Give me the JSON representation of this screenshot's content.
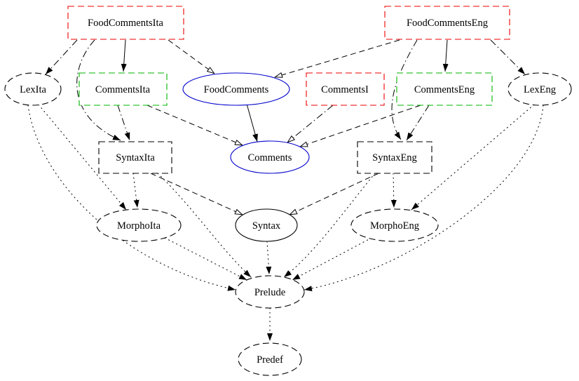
{
  "diagram": {
    "kind": "module-dependency-graph",
    "colors": {
      "abstract": "#0000cc",
      "concrete": "#00b400",
      "incomplete": "#ee0000",
      "plain": "#000000",
      "background": "#ffffff"
    },
    "nodes": {
      "foodcommentsita": {
        "label": "FoodCommentsIta",
        "shape": "box",
        "border": "dashed",
        "color": "incomplete"
      },
      "foodcommentseng": {
        "label": "FoodCommentsEng",
        "shape": "box",
        "border": "dashed",
        "color": "incomplete"
      },
      "lexita": {
        "label": "LexIta",
        "shape": "ellipse",
        "border": "dashed",
        "color": "plain"
      },
      "commentsita": {
        "label": "CommentsIta",
        "shape": "box",
        "border": "dashed",
        "color": "concrete"
      },
      "foodcomments": {
        "label": "FoodComments",
        "shape": "ellipse",
        "border": "solid",
        "color": "abstract"
      },
      "commentsi": {
        "label": "CommentsI",
        "shape": "box",
        "border": "dashed",
        "color": "incomplete"
      },
      "commentseng": {
        "label": "CommentsEng",
        "shape": "box",
        "border": "dashed",
        "color": "concrete"
      },
      "lexeng": {
        "label": "LexEng",
        "shape": "ellipse",
        "border": "dashed",
        "color": "plain"
      },
      "syntaxita": {
        "label": "SyntaxIta",
        "shape": "box",
        "border": "dashed",
        "color": "plain"
      },
      "comments": {
        "label": "Comments",
        "shape": "ellipse",
        "border": "solid",
        "color": "abstract"
      },
      "syntaxeng": {
        "label": "SyntaxEng",
        "shape": "box",
        "border": "dashed",
        "color": "plain"
      },
      "morphoita": {
        "label": "MorphoIta",
        "shape": "ellipse",
        "border": "dashed",
        "color": "plain"
      },
      "syntax": {
        "label": "Syntax",
        "shape": "ellipse",
        "border": "solid",
        "color": "plain"
      },
      "morphoeng": {
        "label": "MorphoEng",
        "shape": "ellipse",
        "border": "dashed",
        "color": "plain"
      },
      "prelude": {
        "label": "Prelude",
        "shape": "ellipse",
        "border": "dashed",
        "color": "plain"
      },
      "predef": {
        "label": "Predef",
        "shape": "ellipse",
        "border": "dashed",
        "color": "plain"
      }
    },
    "edges": [
      {
        "from": "FoodCommentsIta",
        "to": "CommentsIta",
        "style": "solid",
        "arrow": "filled"
      },
      {
        "from": "FoodCommentsEng",
        "to": "CommentsEng",
        "style": "solid",
        "arrow": "filled"
      },
      {
        "from": "FoodComments",
        "to": "Comments",
        "style": "solid",
        "arrow": "filled"
      },
      {
        "from": "FoodCommentsIta",
        "to": "FoodComments",
        "style": "dashed",
        "arrow": "open"
      },
      {
        "from": "FoodCommentsEng",
        "to": "FoodComments",
        "style": "dashed",
        "arrow": "open"
      },
      {
        "from": "CommentsIta",
        "to": "Comments",
        "style": "dashed",
        "arrow": "open"
      },
      {
        "from": "CommentsEng",
        "to": "Comments",
        "style": "dashed",
        "arrow": "open"
      },
      {
        "from": "CommentsI",
        "to": "Comments",
        "style": "dashdot",
        "arrow": "open"
      },
      {
        "from": "FoodCommentsIta",
        "to": "LexIta",
        "style": "dashdot",
        "arrow": "filled"
      },
      {
        "from": "FoodCommentsEng",
        "to": "LexEng",
        "style": "dashdot",
        "arrow": "filled"
      },
      {
        "from": "CommentsIta",
        "to": "SyntaxIta",
        "style": "dashdot",
        "arrow": "filled"
      },
      {
        "from": "CommentsEng",
        "to": "SyntaxEng",
        "style": "dashdot",
        "arrow": "filled"
      },
      {
        "from": "FoodCommentsIta",
        "to": "SyntaxIta",
        "style": "dashdot",
        "arrow": "filled"
      },
      {
        "from": "FoodCommentsEng",
        "to": "SyntaxEng",
        "style": "dashdot",
        "arrow": "filled"
      },
      {
        "from": "SyntaxIta",
        "to": "Syntax",
        "style": "dashed",
        "arrow": "open"
      },
      {
        "from": "SyntaxEng",
        "to": "Syntax",
        "style": "dashed",
        "arrow": "open"
      },
      {
        "from": "SyntaxIta",
        "to": "MorphoIta",
        "style": "dotted",
        "arrow": "filled"
      },
      {
        "from": "SyntaxEng",
        "to": "MorphoEng",
        "style": "dotted",
        "arrow": "filled"
      },
      {
        "from": "LexIta",
        "to": "MorphoIta",
        "style": "dotted",
        "arrow": "filled"
      },
      {
        "from": "LexEng",
        "to": "MorphoEng",
        "style": "dotted",
        "arrow": "filled"
      },
      {
        "from": "LexIta",
        "to": "Prelude",
        "style": "dotted",
        "arrow": "filled"
      },
      {
        "from": "LexEng",
        "to": "Prelude",
        "style": "dotted",
        "arrow": "filled"
      },
      {
        "from": "MorphoIta",
        "to": "Prelude",
        "style": "dotted",
        "arrow": "filled"
      },
      {
        "from": "MorphoEng",
        "to": "Prelude",
        "style": "dotted",
        "arrow": "filled"
      },
      {
        "from": "Syntax",
        "to": "Prelude",
        "style": "dotted",
        "arrow": "filled"
      },
      {
        "from": "SyntaxIta",
        "to": "Prelude",
        "style": "dotted",
        "arrow": "filled"
      },
      {
        "from": "SyntaxEng",
        "to": "Prelude",
        "style": "dotted",
        "arrow": "filled"
      },
      {
        "from": "Prelude",
        "to": "Predef",
        "style": "dotted",
        "arrow": "filled"
      }
    ]
  }
}
